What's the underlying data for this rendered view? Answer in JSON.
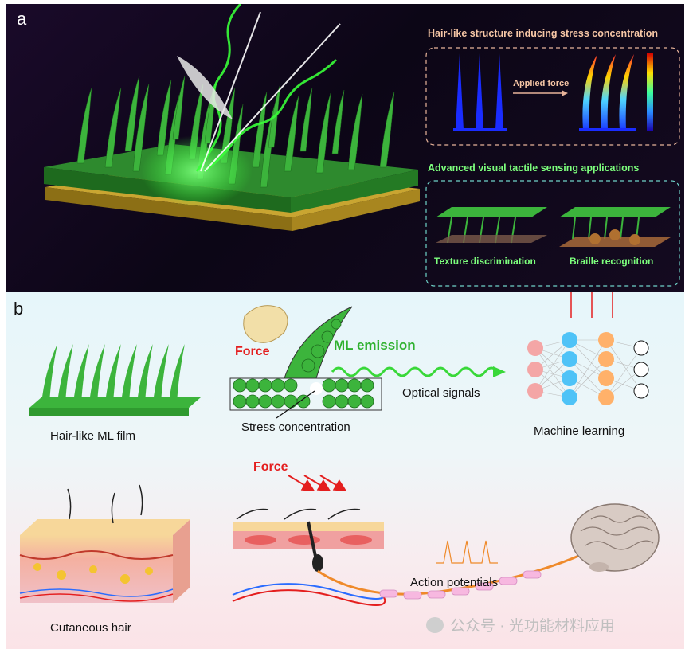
{
  "panel_a": {
    "label": "a",
    "stress_title": "Hair-like structure inducing stress concentration",
    "applied_force": "Applied force",
    "applications_title": "Advanced visual tactile sensing applications",
    "texture": "Texture discrimination",
    "braille": "Braille recognition"
  },
  "panel_b": {
    "label": "b",
    "force": "Force",
    "ml_emission": "ML emission",
    "optical_signals": "Optical signals",
    "stress_concentration": "Stress concentration",
    "hair_film": "Hair-like ML film",
    "machine_learning": "Machine learning",
    "force2": "Force",
    "action_potentials": "Action potentials",
    "cutaneous_hair": "Cutaneous hair"
  },
  "watermark": "公众号 · 光功能材料应用",
  "colors": {
    "glow_green": "#39ff39",
    "force_red": "#e41e1e",
    "nn_pink": "#f4a6a6",
    "nn_blue": "#4fc3f7",
    "nn_orange": "#ffb16a"
  }
}
